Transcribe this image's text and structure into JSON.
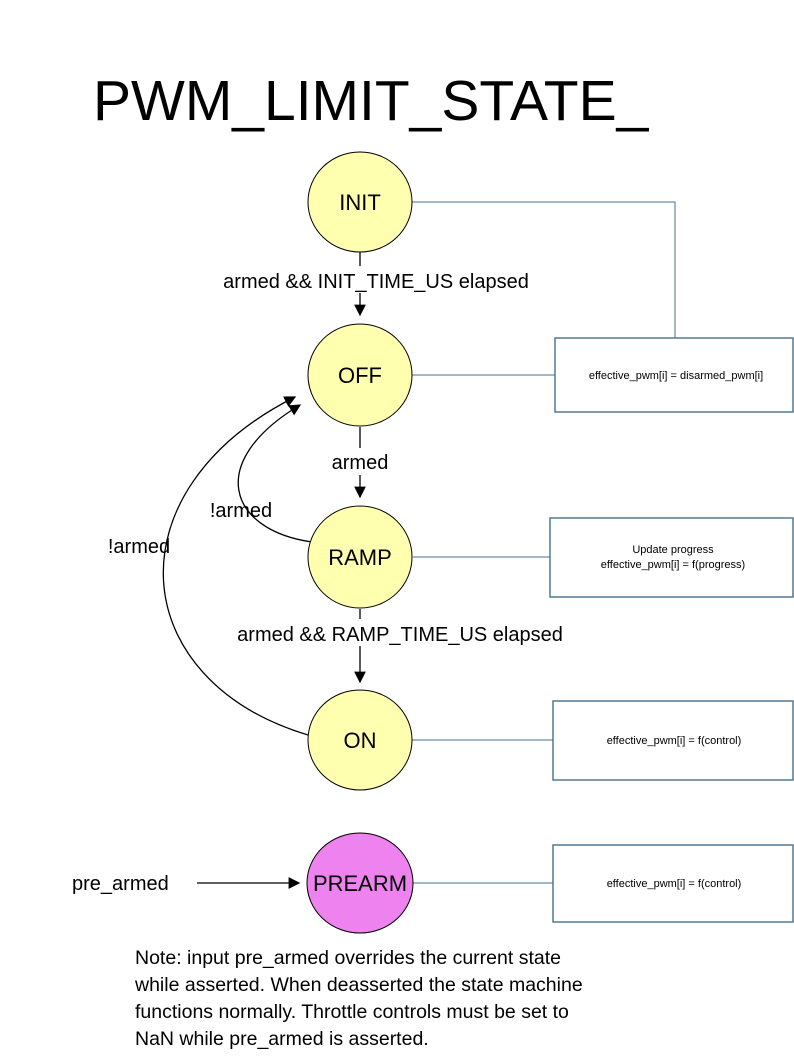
{
  "title": "PWM_LIMIT_STATE_",
  "colors": {
    "state_fill": "#ffffb0",
    "prearm_fill": "#ee82ee",
    "box_border": "#46708c"
  },
  "states": {
    "init": {
      "label": "INIT"
    },
    "off": {
      "label": "OFF"
    },
    "ramp": {
      "label": "RAMP"
    },
    "on": {
      "label": "ON"
    },
    "prearm": {
      "label": "PREARM"
    }
  },
  "transitions": {
    "init_to_off": "armed && INIT_TIME_US elapsed",
    "off_to_ramp": "armed",
    "ramp_to_off": "!armed",
    "on_to_off": "!armed",
    "ramp_to_on": "armed && RAMP_TIME_US elapsed",
    "prearm_input": "pre_armed"
  },
  "actions": {
    "off_action": "effective_pwm[i] = disarmed_pwm[i]",
    "ramp_action_line1": "Update progress",
    "ramp_action_line2": "effective_pwm[i] = f(progress)",
    "on_action": "effective_pwm[i] = f(control)",
    "prearm_action": "effective_pwm[i] = f(control)"
  },
  "note": {
    "line1": "Note: input pre_armed overrides the current state",
    "line2": "while asserted. When deasserted the state machine",
    "line3": "functions normally. Throttle controls must be set to",
    "line4": "NaN while pre_armed is asserted."
  }
}
